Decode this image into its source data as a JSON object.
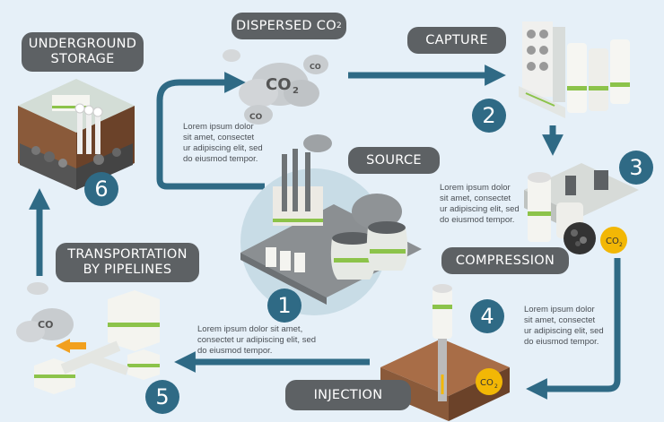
{
  "steps": {
    "dispersed": {
      "label": "DISPERSED CO",
      "sub": "2"
    },
    "capture": {
      "label": "CAPTURE",
      "number": "2"
    },
    "compression": {
      "label": "COMPRESSION",
      "number": "3"
    },
    "injection": {
      "label": "INJECTION",
      "number": "4"
    },
    "source": {
      "label": "SOURCE",
      "number": "1"
    },
    "transport": {
      "line1": "TRANSPORTATION",
      "line2": "BY PIPELINES",
      "number": "5"
    },
    "storage": {
      "line1": "UNDERGROUND",
      "line2": "STORAGE",
      "number": "6"
    }
  },
  "descriptions": {
    "source": [
      "Lorem ipsum dolor",
      "sit amet, consectet",
      "ur adipiscing elit, sed",
      "do eiusmod tempor."
    ],
    "compression": [
      "Lorem ipsum dolor",
      "sit amet, consectet",
      "ur adipiscing elit, sed",
      "do eiusmod tempor."
    ],
    "injection": [
      "Lorem ipsum dolor",
      "sit amet, consectet",
      "ur adipiscing elit, sed",
      "do eiusmod tempor."
    ],
    "transport": [
      "Lorem ipsum dolor sit amet,",
      "consectet ur adipiscing elit, sed",
      "do eiusmod tempor."
    ]
  },
  "badges": {
    "co2_main": "CO",
    "co2_sub": "2"
  },
  "colors": {
    "background": "#e6f0f8",
    "arrow": "#2f6a85",
    "label": "#5d6164",
    "accent_green": "#8cc34a",
    "soil": "#8a5a3a",
    "co2_badge": "#f2b705"
  }
}
